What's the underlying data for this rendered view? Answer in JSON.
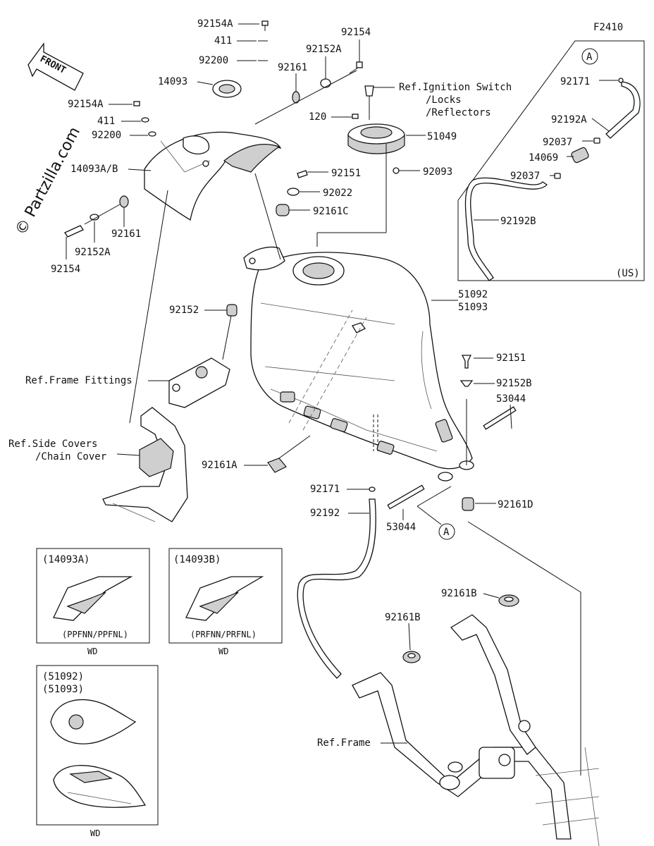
{
  "figure_id": "F2410",
  "watermark": "© Partzilla.com",
  "front_label": "FRONT",
  "parts": {
    "p92154A_top": "92154A",
    "p411_top": "411",
    "p92200_top": "92200",
    "p92154_top": "92154",
    "p92152A_top": "92152A",
    "p92161_top": "92161",
    "p14093": "14093",
    "p92154A_left": "92154A",
    "p411_left": "411",
    "p92200_left": "92200",
    "p14093AB": "14093A/B",
    "p92161_left": "92161",
    "p92152A_left": "92152A",
    "p92154_left": "92154",
    "p120": "120",
    "p51049": "51049",
    "p92093": "92093",
    "p92151_top": "92151",
    "p92022": "92022",
    "p92161C": "92161C",
    "p92152": "92152",
    "p51092": "51092",
    "p51093": "51093",
    "p92151_right": "92151",
    "p92152B": "92152B",
    "p53044_right": "53044",
    "p92161A": "92161A",
    "p92171": "92171",
    "p92192": "92192",
    "p53044_mid": "53044",
    "p92161D": "92161D",
    "p92161B_right": "92161B",
    "p92161B_mid": "92161B",
    "inset_92171": "92171",
    "inset_92192A": "92192A",
    "inset_92037_a": "92037",
    "inset_14069": "14069",
    "inset_92037_b": "92037",
    "inset_92192B": "92192B"
  },
  "references": {
    "ignition_1": "Ref.Ignition Switch",
    "ignition_2": "/Locks",
    "ignition_3": "/Reflectors",
    "frame_fittings": "Ref.Frame Fittings",
    "side_covers_1": "Ref.Side Covers",
    "side_covers_2": "/Chain Cover",
    "frame": "Ref.Frame"
  },
  "callouts": {
    "circle_A_inset": "A",
    "circle_A_main": "A"
  },
  "inset_us": {
    "region": "(US)"
  },
  "variants": [
    {
      "part": "(14093A)",
      "codes": "(PPFNN/PPFNL)",
      "market": "WD"
    },
    {
      "part": "(14093B)",
      "codes": "(PRFNN/PRFNL)",
      "market": "WD"
    }
  ],
  "tank_variant": {
    "part_a": "(51092)",
    "part_b": "(51093)",
    "market": "WD"
  }
}
